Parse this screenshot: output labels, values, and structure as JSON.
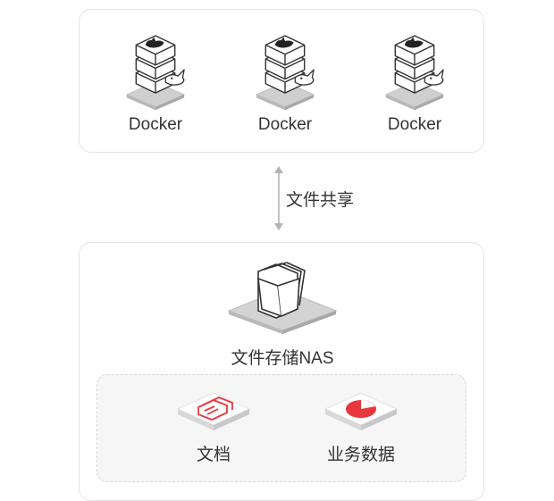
{
  "docker_nodes": [
    {
      "label": "Docker"
    },
    {
      "label": "Docker"
    },
    {
      "label": "Docker"
    }
  ],
  "link": {
    "label": "文件共享"
  },
  "nas": {
    "label": "文件存储NAS"
  },
  "content": [
    {
      "label": "文档"
    },
    {
      "label": "业务数据"
    }
  ],
  "colors": {
    "accent": "#e8383d",
    "border": "#e3e3e3",
    "dashed": "#d8d8d8",
    "text": "#333333"
  }
}
